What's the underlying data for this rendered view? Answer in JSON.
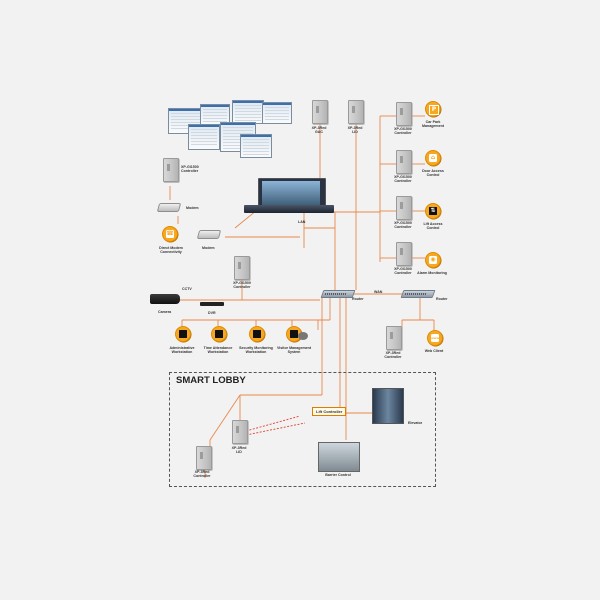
{
  "labels": {
    "xp_gi1500_controller_top": "XP-GI1500\nController",
    "modem_1": "Modem",
    "modem_2": "Modem",
    "direct_modem": "Direct Modem\nConnectivity",
    "lan": "LAN",
    "xp_gi1500_controller_mid": "XP-GI1500\nController",
    "cctv": "CCTV",
    "camera": "Camera",
    "dvr": "DVR",
    "router_1": "Router",
    "router_2": "Router",
    "wan": "WAN",
    "xp_3red_gac": "XP-3Red\nGAC",
    "xp_3red_lid": "XP-3Red\nLID",
    "controller_1": "XP-GI1500\nController",
    "controller_2": "XP-GI1500\nController",
    "controller_3": "XP-GI1500\nController",
    "controller_4": "XP-GI1500\nController",
    "car_park": "Car Park\nManagement",
    "door_access": "Door Access\nControl",
    "lift_access": "Lift Access\nControl",
    "alarm": "Alarm Monitoring",
    "xp_3red_controller": "XP-3Red\nController",
    "web_client": "Web Client",
    "ws_admin": "Administrative\nWorkstation",
    "ws_time": "Time Attendance\nWorkstation",
    "ws_security": "Security Monitoring\nWorkstation",
    "ws_visitor": "Visitor Management\nSystem",
    "lobby_title": "SMART LOBBY",
    "lift_controller": "Lift Controller",
    "elevator": "Elevator",
    "xp_3red_lid_lobby": "XP-3Red\nLID",
    "xp_3red_controller_lobby": "XP-3Red\nController",
    "barrier_control": "Barrier Control"
  },
  "icons": {
    "car_park": "P",
    "door_access": "⌂",
    "lift_access": "⇅",
    "alarm": "◉",
    "web_client": "www",
    "modem_phone": "☎"
  },
  "colors": {
    "link": "#e8884a",
    "accent": "#f7a822",
    "background": "#f2f2f2"
  }
}
